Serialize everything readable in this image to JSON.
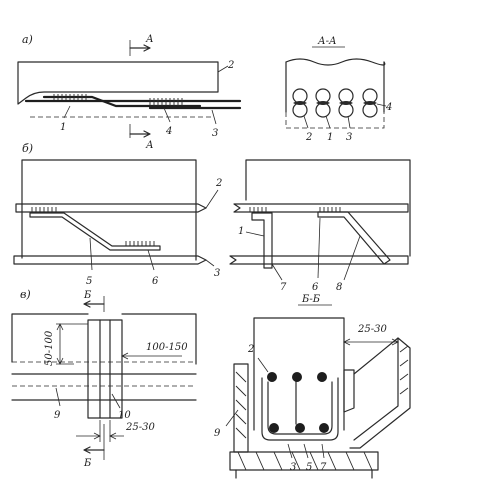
{
  "panels": {
    "a": {
      "label": "а)",
      "section_marker": "А",
      "section_title": "А-А"
    },
    "b": {
      "label": "б)"
    },
    "v": {
      "label": "в)",
      "section_marker": "Б",
      "section_title": "Б-Б"
    }
  },
  "dimensions": {
    "d_50_100": "50-100",
    "d_100_150": "100-150",
    "d_25_30_bottom": "25-30",
    "d_25_30_right": "25-30"
  },
  "callouts": {
    "n1": "1",
    "n2": "2",
    "n3": "3",
    "n4": "4",
    "n5": "5",
    "n6": "6",
    "n7": "7",
    "n8": "8",
    "n9": "9",
    "n10": "10"
  }
}
